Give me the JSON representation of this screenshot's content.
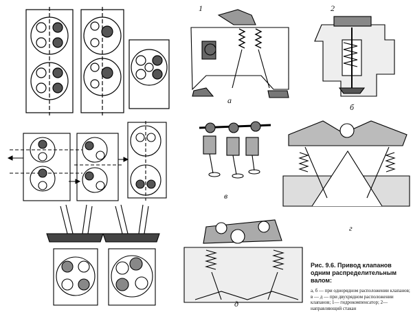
{
  "labels": {
    "num1": "1",
    "num2": "2",
    "a": "а",
    "b": "б",
    "v": "в",
    "g": "г",
    "d": "д"
  },
  "caption": {
    "title": "Рис. 9.6. Привод клапанов одним распределительным валом:",
    "text": "а, б — при однорядном расположении клапанов; в — д — при двухрядном расположении клапанов; 1— гидрокомпенсатор; 2— направляющий стакан"
  }
}
